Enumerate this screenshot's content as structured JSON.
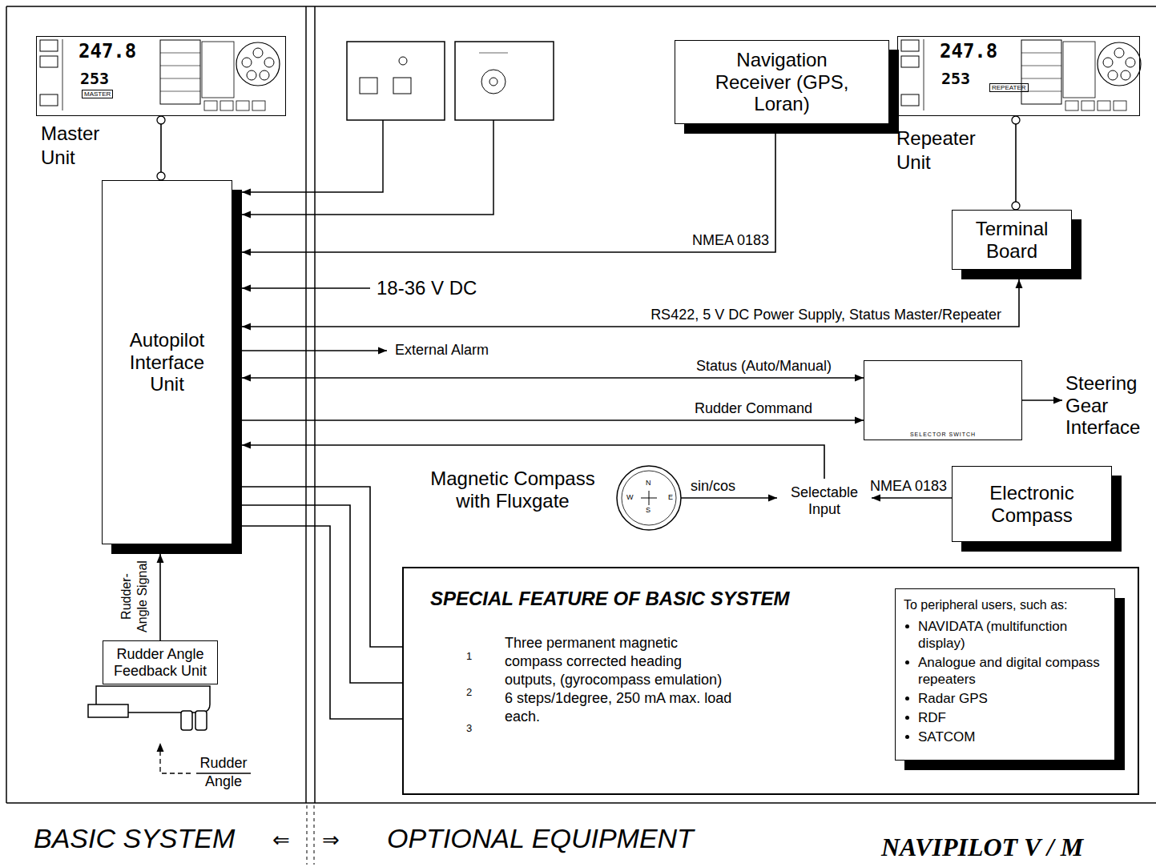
{
  "diagram": {
    "nodes": [
      {
        "text": [
          "Master Unit"
        ]
      },
      {
        "text": [
          "Autopilot Interface Unit"
        ]
      },
      {
        "text": [
          "Rudder Angle Feedback Unit"
        ]
      },
      {
        "text": [
          "Navigation Receiver (GPS, Loran)"
        ]
      },
      {
        "text": [
          "Repeater Unit"
        ]
      },
      {
        "text": [
          "Terminal Board"
        ]
      },
      {
        "text": [
          "SELECTOR SWITCH"
        ]
      },
      {
        "text": [
          "Steering Gear Interface"
        ]
      },
      {
        "text": [
          "Magnetic Compass with Fluxgate"
        ]
      },
      {
        "text": [
          "Selectable Input"
        ]
      },
      {
        "text": [
          "Electronic Compass"
        ]
      },
      {
        "text": [
          "SPECIAL FEATURE OF BASIC SYSTEM",
          "Three permanent magnetic compass corrected heading outputs, (gyrocompass emulation) 6 steps/1degree, 250 mA max. load each."
        ]
      },
      {
        "text": [
          "To peripheral users, such as:",
          "NAVIDATA (multifunction display)",
          "Analogue and digital compass repeaters",
          "Radar GPS",
          "RDF",
          "SATCOM"
        ],
        "in": 11
      }
    ],
    "edges": [
      {
        "from": 0,
        "to": 1,
        "arrow": "none"
      },
      {
        "from": 3,
        "to": 1,
        "label": "NMEA 0183",
        "arrow": "to"
      },
      {
        "from": 1,
        "to": 5,
        "label": "RS422, 5 V DC Power Supply, Status Master/Repeater",
        "arrow": "both"
      },
      {
        "from": 4,
        "to": 5,
        "arrow": "none"
      },
      {
        "from": 1,
        "to": 6,
        "label": "Status (Auto/Manual)",
        "arrow": "both"
      },
      {
        "from": 1,
        "to": 6,
        "label": "Rudder Command",
        "arrow": "to"
      },
      {
        "from": 6,
        "to": 7,
        "arrow": "to"
      },
      {
        "from": 8,
        "to": 9,
        "label": "sin/cos",
        "arrow": "to"
      },
      {
        "from": 10,
        "to": 9,
        "label": "NMEA 0183",
        "arrow": "to"
      },
      {
        "from": 9,
        "to": 1,
        "arrow": "to"
      },
      {
        "from": 1,
        "to": 12,
        "label": "1",
        "arrow": "to"
      },
      {
        "from": 1,
        "to": 12,
        "label": "2",
        "arrow": "to"
      },
      {
        "from": 1,
        "to": 12,
        "label": "3",
        "arrow": "to"
      },
      {
        "from": 2,
        "to": 1,
        "label": "Rudder- Angle Signal",
        "arrow": "to"
      }
    ],
    "labels": [
      "247.8",
      "253",
      "MASTER",
      "247.8",
      "253",
      "REPEATER",
      "External Alarm",
      "18-36 V DC",
      "Rudder Angle",
      "N",
      "E",
      "S",
      "W",
      "BASIC SYSTEM",
      "⇐",
      "⇒",
      "OPTIONAL EQUIPMENT",
      "NAVIPILOT V / M"
    ]
  }
}
